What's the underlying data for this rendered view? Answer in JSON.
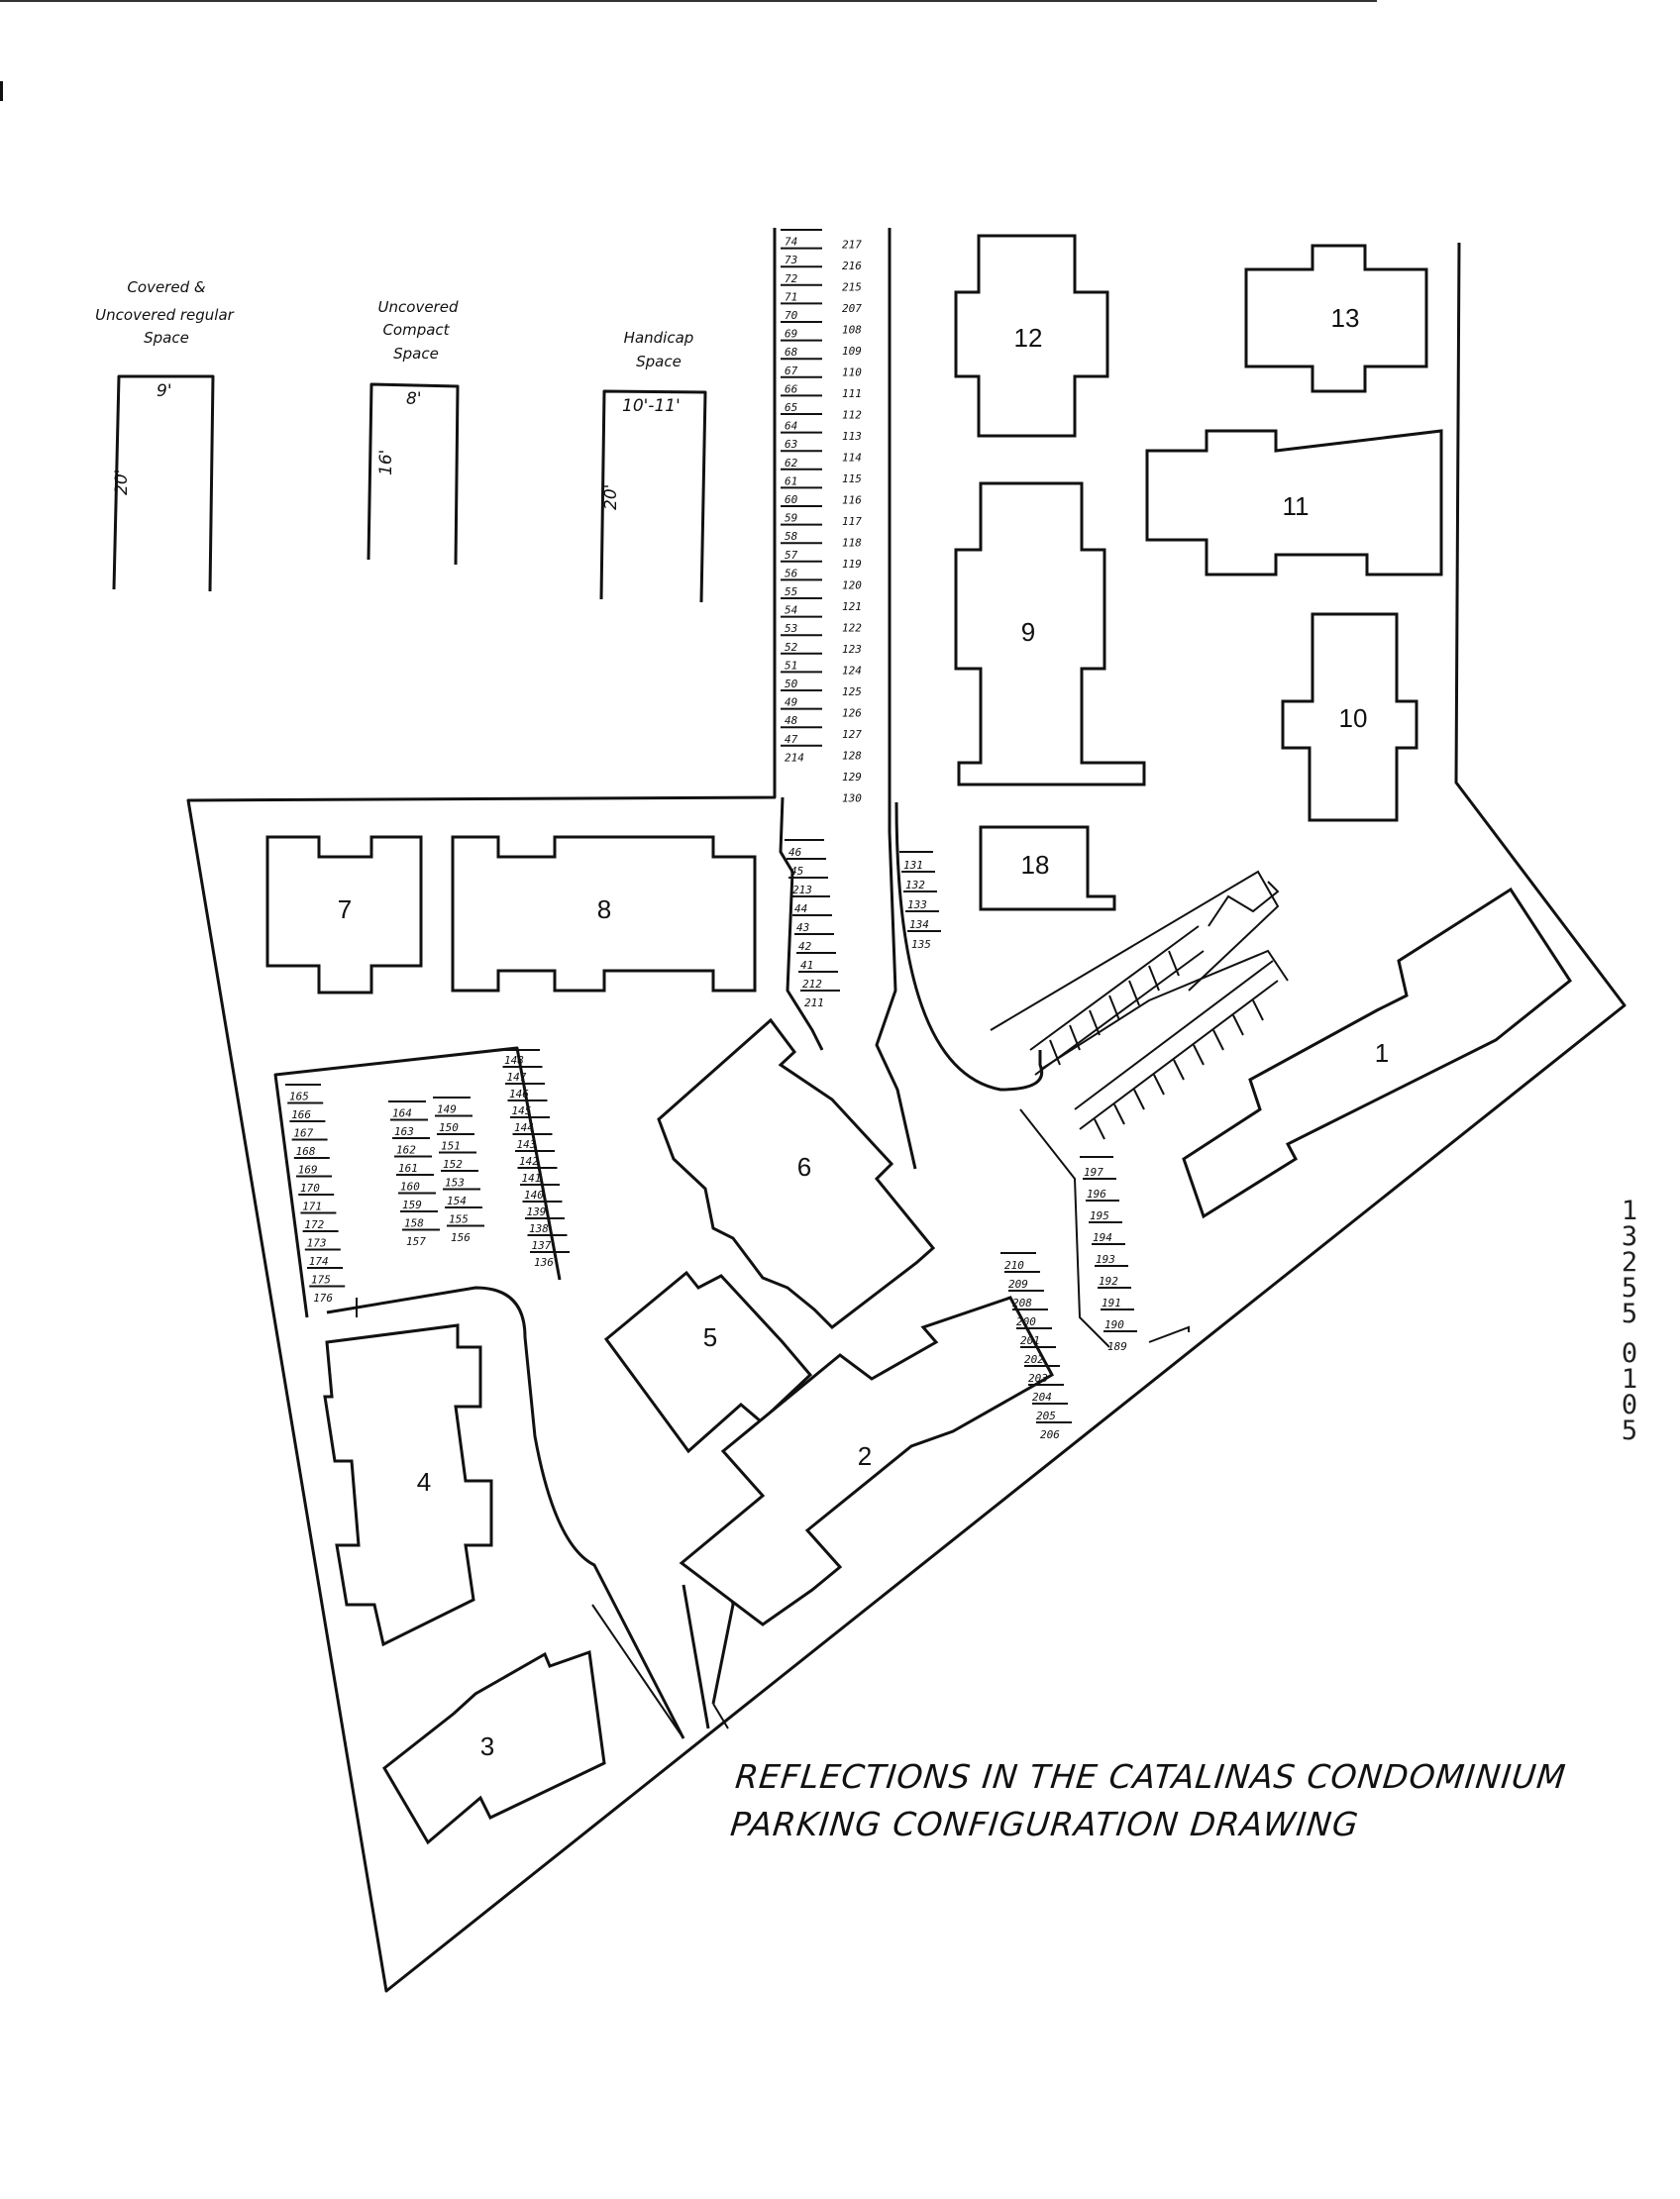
{
  "title": {
    "line1": "REFLECTIONS IN THE CATALINAS CONDOMINIUM",
    "line2": "PARKING CONFIGURATION DRAWING"
  },
  "legend": [
    {
      "label_lines": [
        "Covered &",
        "Uncovered regular",
        "Space"
      ],
      "width": "9'",
      "length": "20'"
    },
    {
      "label_lines": [
        "Uncovered",
        "Compact",
        "Space"
      ],
      "width": "8'",
      "length": "16'"
    },
    {
      "label_lines": [
        "Handicap",
        "Space"
      ],
      "width": "10'-11'",
      "length": "20'"
    }
  ],
  "buildings": [
    "1",
    "2",
    "3",
    "4",
    "5",
    "6",
    "7",
    "8",
    "9",
    "10",
    "11",
    "12",
    "13",
    "18"
  ],
  "parking": {
    "left_column": [
      "74",
      "73",
      "72",
      "71",
      "70",
      "69",
      "68",
      "67",
      "66",
      "65",
      "64",
      "63",
      "62",
      "61",
      "60",
      "59",
      "58",
      "57",
      "56",
      "55",
      "54",
      "53",
      "52",
      "51",
      "50",
      "49",
      "48",
      "47",
      "214",
      "46",
      "45",
      "213",
      "44",
      "43",
      "42",
      "41",
      "212",
      "211"
    ],
    "right_column": [
      "217",
      "216",
      "215",
      "207",
      "108",
      "109",
      "110",
      "111",
      "112",
      "113",
      "114",
      "115",
      "116",
      "117",
      "118",
      "119",
      "120",
      "121",
      "122",
      "123",
      "124",
      "125",
      "126",
      "127",
      "128",
      "129",
      "130",
      "131",
      "132",
      "133",
      "134",
      "135"
    ],
    "lot_left": [
      "165",
      "166",
      "167",
      "168",
      "169",
      "170",
      "171",
      "172",
      "173",
      "174",
      "175",
      "176"
    ],
    "lot_middle_a": [
      "164",
      "163",
      "162",
      "161",
      "160",
      "159",
      "158",
      "157"
    ],
    "lot_middle_b": [
      "149",
      "150",
      "151",
      "152",
      "153",
      "154",
      "155",
      "156"
    ],
    "lot_right": [
      "148",
      "147",
      "146",
      "145",
      "144",
      "143",
      "142",
      "141",
      "140",
      "139",
      "138",
      "137",
      "136"
    ],
    "lower_right": [
      "197",
      "196",
      "195",
      "194",
      "193",
      "192",
      "191",
      "190",
      "189"
    ],
    "lower_mid": [
      "210",
      "209",
      "208",
      "200",
      "201",
      "202",
      "203",
      "204",
      "205",
      "206"
    ]
  },
  "doc_number": [
    "1",
    "3",
    "2",
    "5",
    "5",
    "0",
    "1",
    "0",
    "5"
  ]
}
